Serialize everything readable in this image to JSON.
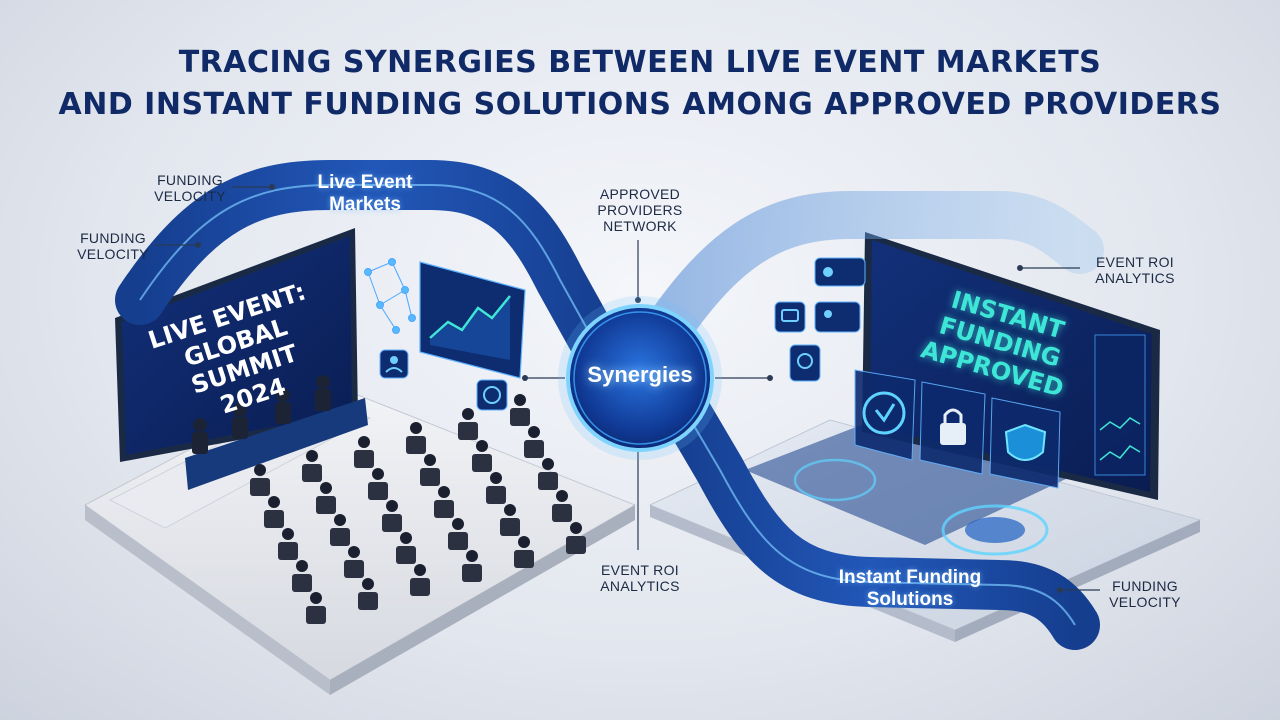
{
  "title": {
    "line1": "TRACING SYNERGIES BETWEEN LIVE EVENT MARKETS",
    "line2": "AND INSTANT FUNDING SOLUTIONS AMONG APPROVED PROVIDERS"
  },
  "bands": {
    "live_event_markets": "Live Event\nMarkets",
    "instant_funding_solutions": "Instant Funding\nSolutions"
  },
  "hub": {
    "label": "Synergies"
  },
  "callouts": {
    "funding_velocity_top": "FUNDING\nVELOCITY",
    "funding_velocity_left": "FUNDING\nVELOCITY",
    "approved_providers": "APPROVED\nPROVIDERS\nNETWORK",
    "event_roi_right": "EVENT ROI\nANALYTICS",
    "event_roi_bottom": "EVENT ROI\nANALYTICS",
    "funding_velocity_bottom": "FUNDING\nVELOCITY"
  },
  "screens": {
    "live_event": "LIVE EVENT:\nGLOBAL SUMMIT\n2024",
    "instant_funding": "INSTANT FUNDING\nAPPROVED"
  },
  "colors": {
    "title": "#0f2a66",
    "band": "#1e4fa8",
    "band_glow": "#6cc4ff",
    "screen_bg": "#0d2a6e",
    "accent_cyan": "#3ee6d8"
  },
  "icons": [
    "chart-icon",
    "shield-icon",
    "lock-icon",
    "network-icon",
    "person-icon",
    "chat-icon"
  ]
}
